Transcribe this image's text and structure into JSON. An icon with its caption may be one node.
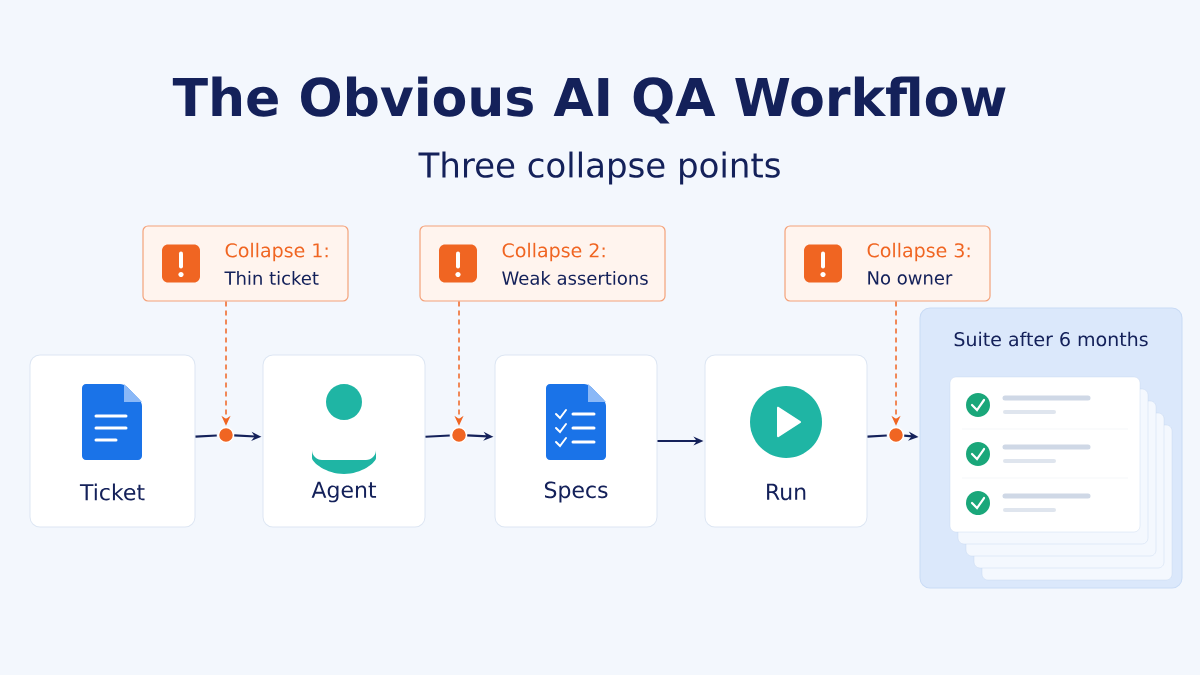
{
  "diagram": {
    "title": "The Obvious AI QA Workflow",
    "nodes": [
      {
        "text": [
          "Collapse 1:",
          "Thin ticket"
        ]
      },
      {
        "text": [
          "Collapse 2:",
          "Weak assertions"
        ]
      },
      {
        "text": [
          "Collapse 3:",
          "No owner"
        ]
      },
      {
        "text": [
          "Ticket"
        ]
      },
      {
        "text": [],
        "shape": "circle"
      },
      {
        "text": [
          "Agent"
        ]
      },
      {
        "text": [],
        "shape": "circle"
      },
      {
        "text": [
          "Specs"
        ]
      },
      {
        "text": [
          "Run"
        ]
      },
      {
        "text": [],
        "shape": "circle"
      },
      {
        "text": [
          "Suite after 6 months"
        ]
      }
    ],
    "edges": [
      {
        "from": 0,
        "to": 4,
        "arrow": "to",
        "style": "dashed",
        "color": "#f06522"
      },
      {
        "from": 3,
        "to": 4,
        "arrow": "none"
      },
      {
        "from": 4,
        "to": 5,
        "arrow": "to"
      },
      {
        "from": 1,
        "to": 6,
        "arrow": "to",
        "style": "dashed",
        "color": "#f06522"
      },
      {
        "from": 5,
        "to": 6,
        "arrow": "none"
      },
      {
        "from": 6,
        "to": 7,
        "arrow": "to"
      },
      {
        "from": 7,
        "to": 8,
        "arrow": "to"
      },
      {
        "from": 2,
        "to": 9,
        "arrow": "to",
        "style": "dashed",
        "color": "#f06522"
      },
      {
        "from": 8,
        "to": 9,
        "arrow": "none"
      },
      {
        "from": 9,
        "to": 10,
        "arrow": "to"
      }
    ],
    "labels": [
      "Three collapse points"
    ]
  }
}
